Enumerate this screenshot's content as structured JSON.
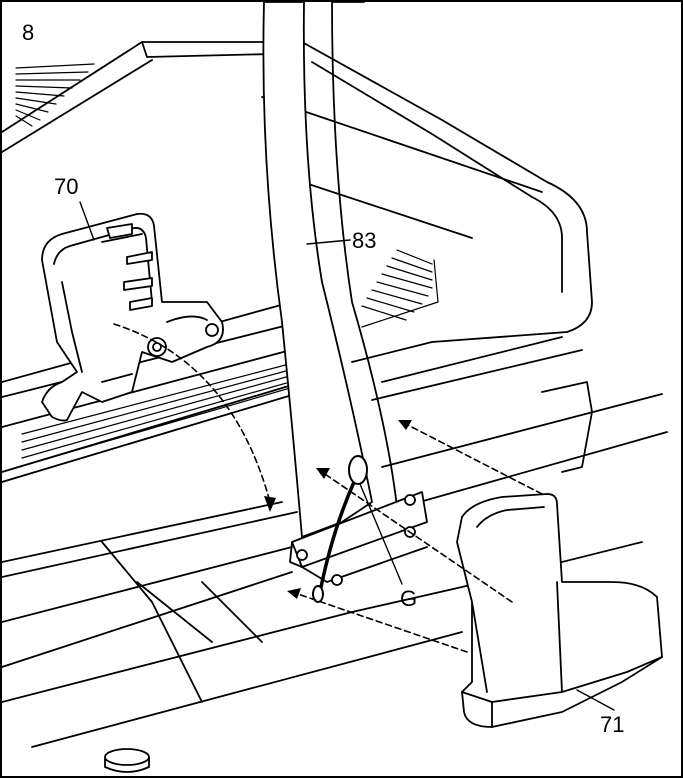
{
  "step_number": "8",
  "part_labels": {
    "left_bracket": "70",
    "upright": "83",
    "wire": "G",
    "base_cover": "71"
  },
  "colors": {
    "line": "#000000",
    "background": "#ffffff",
    "fill": "#ffffff"
  }
}
